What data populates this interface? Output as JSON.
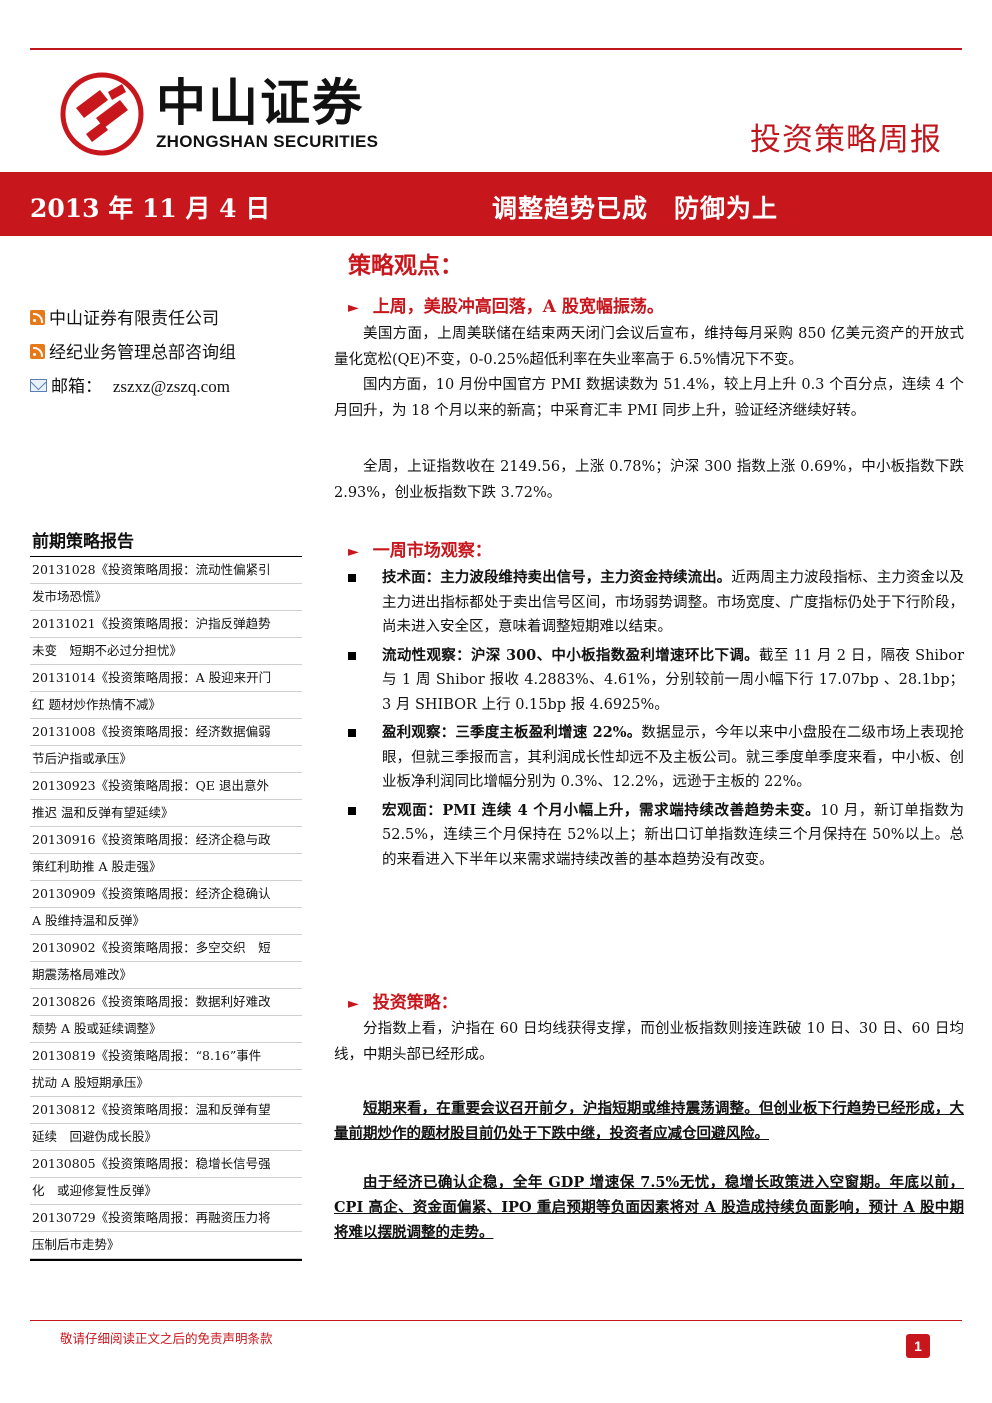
{
  "header": {
    "logo_cn": "中山证券",
    "logo_en": "ZHONGSHAN SECURITIES",
    "report_type": "投资策略周报"
  },
  "banner": {
    "date": "2013 年 11 月 4 日",
    "title": "调整趋势已成　防御为上"
  },
  "contact": {
    "company": "中山证券有限责任公司",
    "dept": "经纪业务管理总部咨询组",
    "email_label": "邮箱：",
    "email": "zszxz@zszq.com"
  },
  "previous_reports": {
    "title": "前期策略报告",
    "items": [
      "20131028《投资策略周报：流动性偏紧引",
      "发市场恐慌》",
      "20131021《投资策略周报：沪指反弹趋势",
      "未变　短期不必过分担忧》",
      "20131014《投资策略周报：A 股迎来开门",
      "红  题材炒作热情不减》",
      "20131008《投资策略周报：经济数据偏弱",
      "节后沪指或承压》",
      "20130923《投资策略周报：QE 退出意外",
      "推迟  温和反弹有望延续》",
      "20130916《投资策略周报：经济企稳与政",
      "策红利助推 A 股走强》",
      "20130909《投资策略周报：经济企稳确认",
      "A 股维持温和反弹》",
      "20130902《投资策略周报：多空交织　短",
      "期震荡格局难改》",
      "20130826《投资策略周报：数据利好难改",
      "颓势 A 股或延续调整》",
      "20130819《投资策略周报：“8.16”事件",
      "扰动  A 股短期承压》",
      "20130812《投资策略周报：温和反弹有望",
      "延续　回避伪成长股》",
      "20130805《投资策略周报：稳增长信号强",
      "化　或迎修复性反弹》",
      "20130729《投资策略周报：再融资压力将",
      "压制后市走势》"
    ]
  },
  "main": {
    "heading": "策略观点：",
    "arrow": "►",
    "sections": {
      "s1_title": "上周，美股冲高回落，A 股宽幅振荡。",
      "s1_p1": "美国方面，上周美联储在结束两天闭门会议后宣布，维持每月采购 850 亿美元资产的开放式量化宽松(QE)不变，0-0.25%超低利率在失业率高于 6.5%情况下不变。",
      "s1_p2": "国内方面，10 月份中国官方 PMI 数据读数为 51.4%，较上月上升 0.3 个百分点，连续 4 个月回升，为 18 个月以来的新高；中采育汇丰 PMI 同步上升，验证经济继续好转。",
      "s1_p3": "全周，上证指数收在 2149.56，上涨 0.78%；沪深 300 指数上涨 0.69%，中小板指数下跌 2.93%，创业板指数下跌 3.72%。",
      "s2_title": "一周市场观察：",
      "bullets": [
        {
          "bold": "技术面：主力波段维持卖出信号，主力资金持续流出。",
          "text": "近两周主力波段指标、主力资金以及主力进出指标都处于卖出信号区间，市场弱势调整。市场宽度、广度指标仍处于下行阶段，尚未进入安全区，意味着调整短期难以结束。"
        },
        {
          "bold": "流动性观察：沪深 300、中小板指数盈利增速环比下调。",
          "text": "截至 11 月 2 日，隔夜 Shibor 与 1 周 Shibor 报收 4.2883%、4.61%，分别较前一周小幅下行 17.07bp 、28.1bp；3 月 SHIBOR 上行 0.15bp 报 4.6925%。"
        },
        {
          "bold": "盈利观察：三季度主板盈利增速 22%。",
          "text": "数据显示，今年以来中小盘股在二级市场上表现抢眼，但就三季报而言，其利润成长性却远不及主板公司。就三季度单季度来看，中小板、创业板净利润同比增幅分别为 0.3%、12.2%，远逊于主板的 22%。"
        },
        {
          "bold": "宏观面：PMI 连续 4 个月小幅上升，需求端持续改善趋势未变。",
          "text": "10 月，新订单指数为 52.5%，连续三个月保持在 52%以上；新出口订单指数连续三个月保持在 50%以上。总的来看进入下半年以来需求端持续改善的基本趋势没有改变。"
        }
      ],
      "s3_title": "投资策略：",
      "s3_p1": "分指数上看，沪指在 60 日均线获得支撑，而创业板指数则接连跌破 10 日、30 日、60 日均线，中期头部已经形成。",
      "s3_emph1": "短期来看，在重要会议召开前夕，沪指短期或维持震荡调整。但创业板下行趋势已经形成，大量前期炒作的题材股目前仍处于下跌中继，投资者应减仓回避风险。",
      "s3_emph2": "由于经济已确认企稳，全年 GDP 增速保 7.5%无忧，稳增长政策进入空窗期。年底以前，CPI 高企、资金面偏紧、IPO 重启预期等负面因素将对 A 股造成持续负面影响，预计 A 股中期将难以摆脱调整的走势。"
    }
  },
  "footer": {
    "disclaimer": "敬请仔细阅读正文之后的免责声明条款",
    "page": "1"
  },
  "colors": {
    "brand_red": "#c8161d"
  }
}
